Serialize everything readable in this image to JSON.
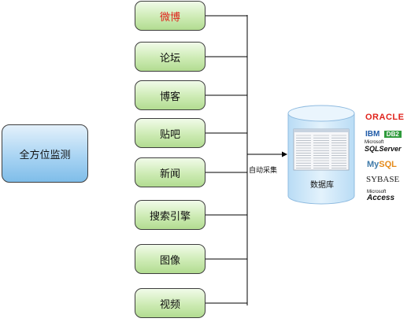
{
  "hub": {
    "label": "全方位监测"
  },
  "sources": [
    {
      "label": "微博",
      "color": "#e0231c"
    },
    {
      "label": "论坛",
      "color": "#111111"
    },
    {
      "label": "博客",
      "color": "#111111"
    },
    {
      "label": "贴吧",
      "color": "#111111"
    },
    {
      "label": "新闻",
      "color": "#111111"
    },
    {
      "label": "搜索引擎",
      "color": "#111111"
    },
    {
      "label": "图像",
      "color": "#111111"
    },
    {
      "label": "视频",
      "color": "#111111"
    }
  ],
  "connector": {
    "label": "自动采集"
  },
  "database": {
    "label": "数据库"
  },
  "logos": {
    "oracle": "ORACLE",
    "ibm": "IBM",
    "db2": "DB2",
    "ms_top": "Microsoft",
    "ms_main": "SQLServer",
    "mysql_a": "My",
    "mysql_b": "SQL",
    "sybase": "SYBASE",
    "access_top": "Microsoft",
    "access_main": "Access"
  },
  "colors": {
    "source_fill": "#b2dc91",
    "hub_fill": "#7fbde9",
    "db_fill": "#cfe7f8",
    "oracle_red": "#e0231c",
    "db2_green": "#2f9b3c"
  }
}
